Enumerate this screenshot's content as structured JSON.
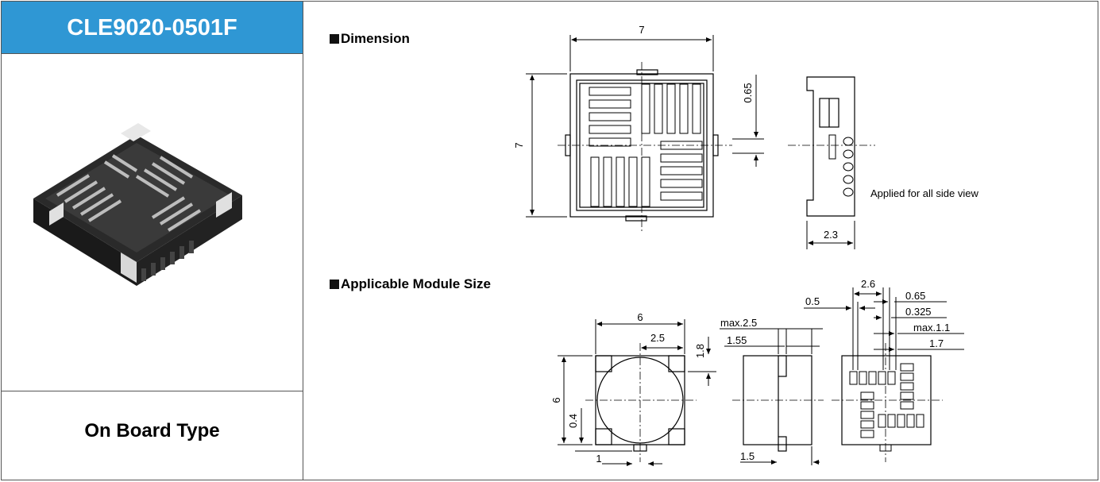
{
  "product": {
    "part_number": "CLE9020-0501F",
    "type": "On Board Type"
  },
  "sections": {
    "dimension": "Dimension",
    "module_size": "Applicable Module Size"
  },
  "dimension_labels": {
    "top_width": "7",
    "left_height": "7",
    "pitch": "0.65",
    "side_depth": "2.3",
    "side_note": "Applied for all side view"
  },
  "module_labels": {
    "width": "6",
    "half": "2.5",
    "corner": "1.8",
    "height": "6",
    "offset": "0.4",
    "tab": "1",
    "max_thickness": "max.2.5",
    "body_thickness": "1.55",
    "side_tab": "1.5",
    "pad_span": "2.6",
    "pad_pitch_small": "0.5",
    "pad_pitch": "0.65",
    "pad_half": "0.325",
    "pad_max": "max.1.1",
    "pad_len": "1.7"
  }
}
